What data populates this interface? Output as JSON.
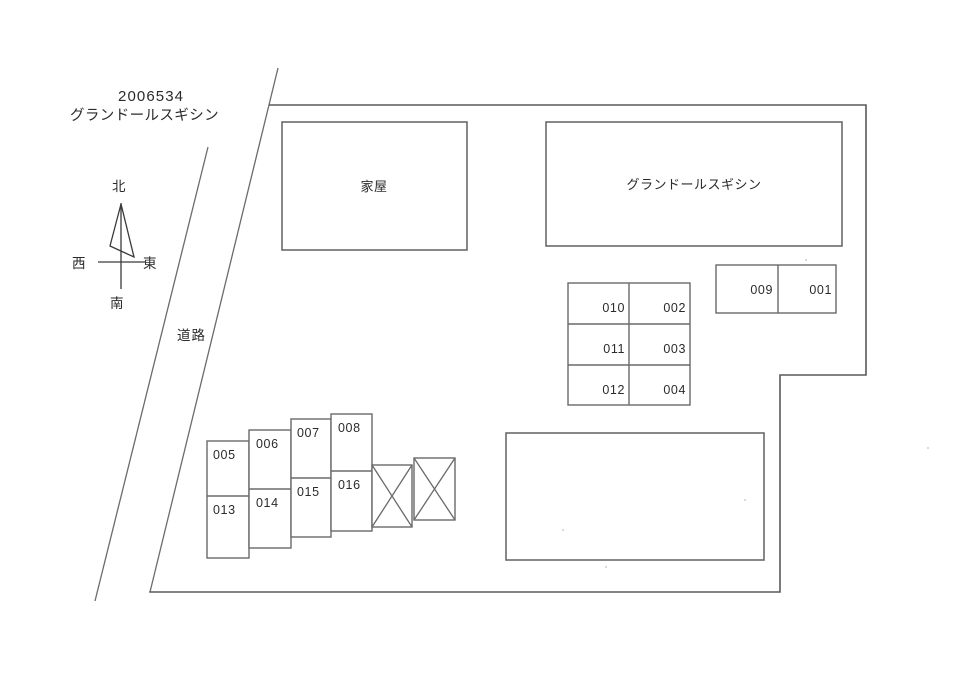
{
  "document": {
    "kind": "property-site-plan",
    "property_code": "2006534",
    "property_name": "グランドールスギシン",
    "background_color": "#ffffff",
    "line_color": "#6a6a6a",
    "text_color": "#2b2b2b"
  },
  "compass": {
    "north_label": "北",
    "south_label": "南",
    "east_label": "東",
    "west_label": "西"
  },
  "road": {
    "label": "道路"
  },
  "buildings": [
    {
      "id": "house",
      "label": "家屋"
    },
    {
      "id": "main-apartment",
      "label": "グランドールスギシン"
    },
    {
      "id": "south-structure",
      "label": ""
    }
  ],
  "parking_block_northeast": {
    "stalls": [
      {
        "id": "stall-009",
        "label": "009"
      },
      {
        "id": "stall-001",
        "label": "001"
      }
    ]
  },
  "parking_grid_center": {
    "rows": [
      [
        {
          "id": "stall-010",
          "label": "010"
        },
        {
          "id": "stall-002",
          "label": "002"
        }
      ],
      [
        {
          "id": "stall-011",
          "label": "011"
        },
        {
          "id": "stall-003",
          "label": "003"
        }
      ],
      [
        {
          "id": "stall-012",
          "label": "012"
        },
        {
          "id": "stall-004",
          "label": "004"
        }
      ]
    ]
  },
  "parking_cluster_southwest": {
    "columns": [
      {
        "upper": {
          "id": "stall-005",
          "label": "005"
        },
        "lower": {
          "id": "stall-013",
          "label": "013"
        }
      },
      {
        "upper": {
          "id": "stall-006",
          "label": "006"
        },
        "lower": {
          "id": "stall-014",
          "label": "014"
        }
      },
      {
        "upper": {
          "id": "stall-007",
          "label": "007"
        },
        "lower": {
          "id": "stall-015",
          "label": "015"
        }
      },
      {
        "upper": {
          "id": "stall-008",
          "label": "008"
        },
        "lower": {
          "id": "stall-016",
          "label": "016"
        }
      }
    ],
    "crossed_stalls": [
      {
        "id": "crossed-stall-1",
        "label": ""
      },
      {
        "id": "crossed-stall-2",
        "label": ""
      }
    ]
  }
}
